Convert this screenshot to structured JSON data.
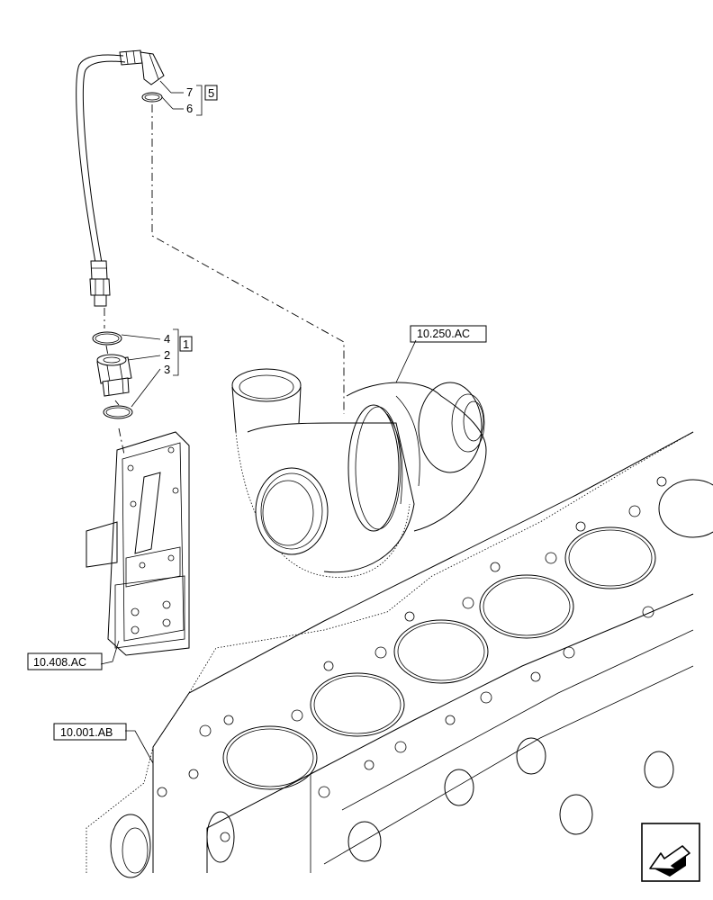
{
  "callouts": {
    "c7": "7",
    "c6": "6",
    "c5": "5",
    "c4": "4",
    "c2": "2",
    "c3": "3",
    "c1": "1"
  },
  "references": {
    "turbo": "10.250.AC",
    "module": "10.408.AC",
    "block": "10.001.AB"
  },
  "nav_icon": "arrow-back-left-icon"
}
